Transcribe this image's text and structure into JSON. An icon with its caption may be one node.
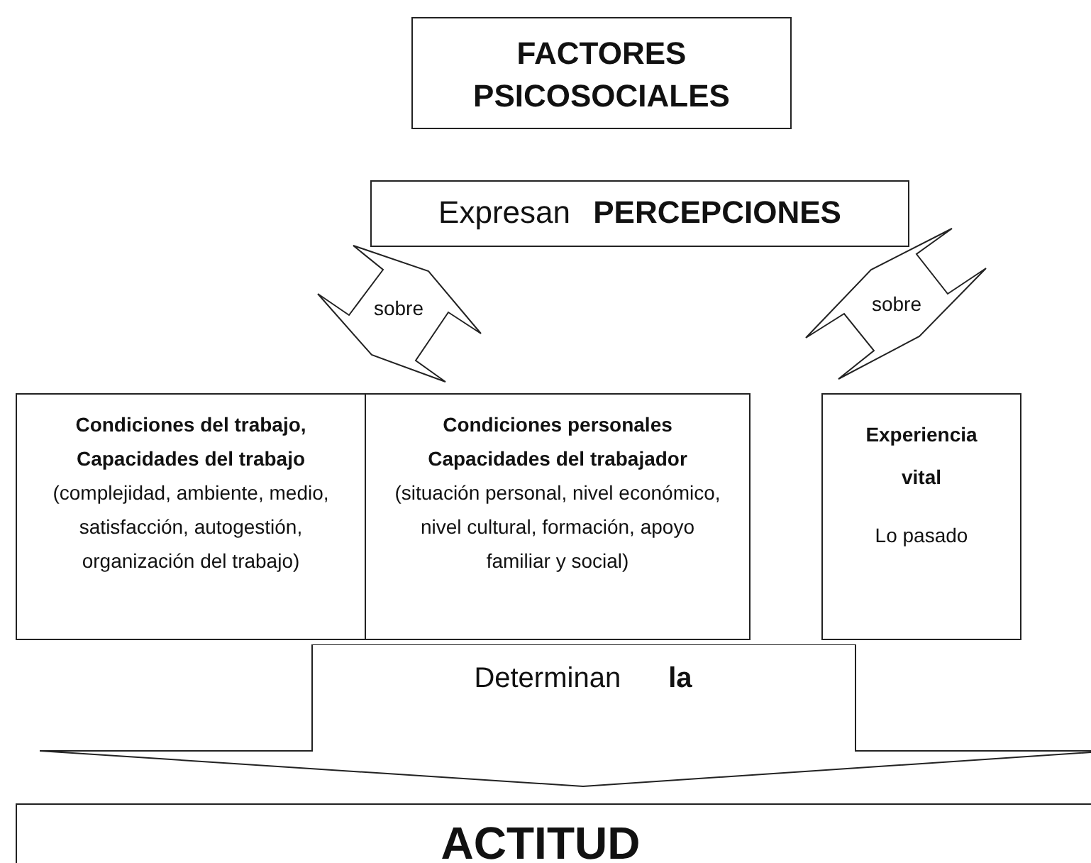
{
  "diagram": {
    "nodes": [
      {
        "text": [
          "FACTORES PSICOSOCIALES"
        ]
      },
      {
        "text": [
          "Expresan **PERCEPCIONES**"
        ]
      },
      {
        "text": [
          "sobre"
        ]
      },
      {
        "text": [
          "sobre"
        ]
      },
      {
        "text": [
          "Condiciones del trabajo, Capacidades del trabajo",
          "(complejidad, ambiente, medio, satisfacción, autogestión, organización del trabajo)"
        ]
      },
      {
        "text": [
          "Condiciones personales Capacidades del trabajador",
          "(situación personal, nivel económico, nivel cultural, formación, apoyo familiar y social)"
        ]
      },
      {
        "text": [
          "Experiencia vital",
          "Lo pasado"
        ]
      },
      {
        "text": [
          "Determinan **la**"
        ]
      },
      {
        "text": [
          "ACTITUD"
        ]
      }
    ]
  }
}
